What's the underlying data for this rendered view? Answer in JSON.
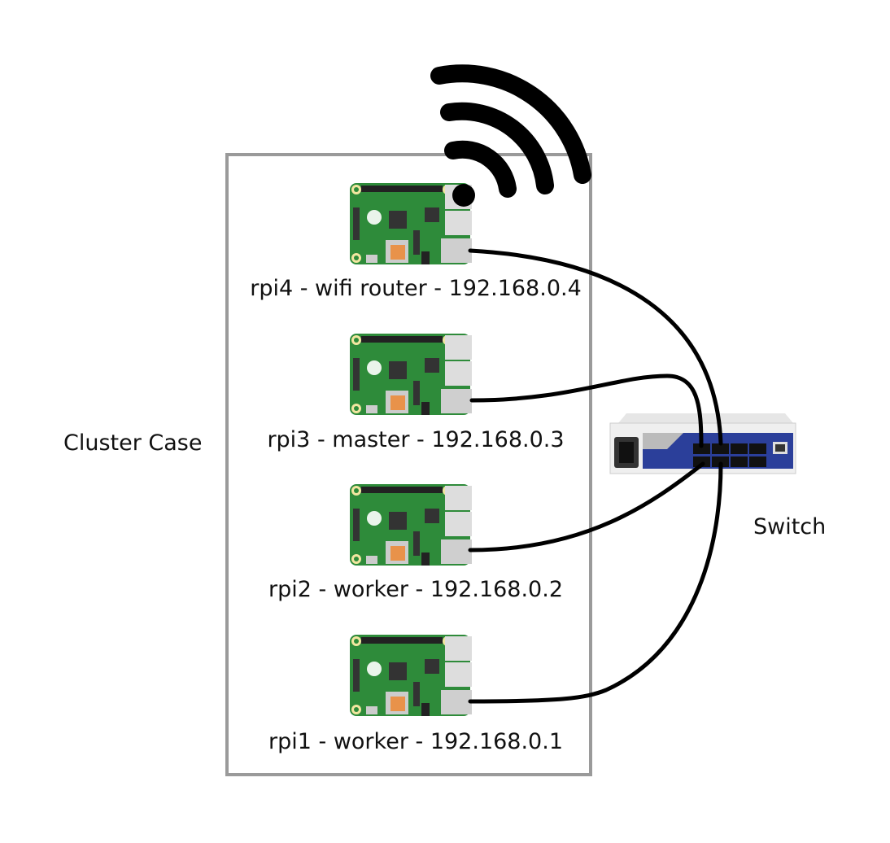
{
  "case_label": "Cluster Case",
  "switch_label": "Switch",
  "nodes": [
    {
      "label": "rpi4 - wifi router - 192.168.0.4"
    },
    {
      "label": "rpi3 - master - 192.168.0.3"
    },
    {
      "label": "rpi2 - worker - 192.168.0.2"
    },
    {
      "label": "rpi1 - worker - 192.168.0.1"
    }
  ],
  "icons": {
    "wifi": "wifi-icon",
    "board": "raspberry-pi-board-icon",
    "switch": "network-switch-icon"
  },
  "colors": {
    "board": "#2e8b3a",
    "switch_blue": "#2b3f9a",
    "case_border": "#9a9a9a",
    "cable": "#000000"
  }
}
